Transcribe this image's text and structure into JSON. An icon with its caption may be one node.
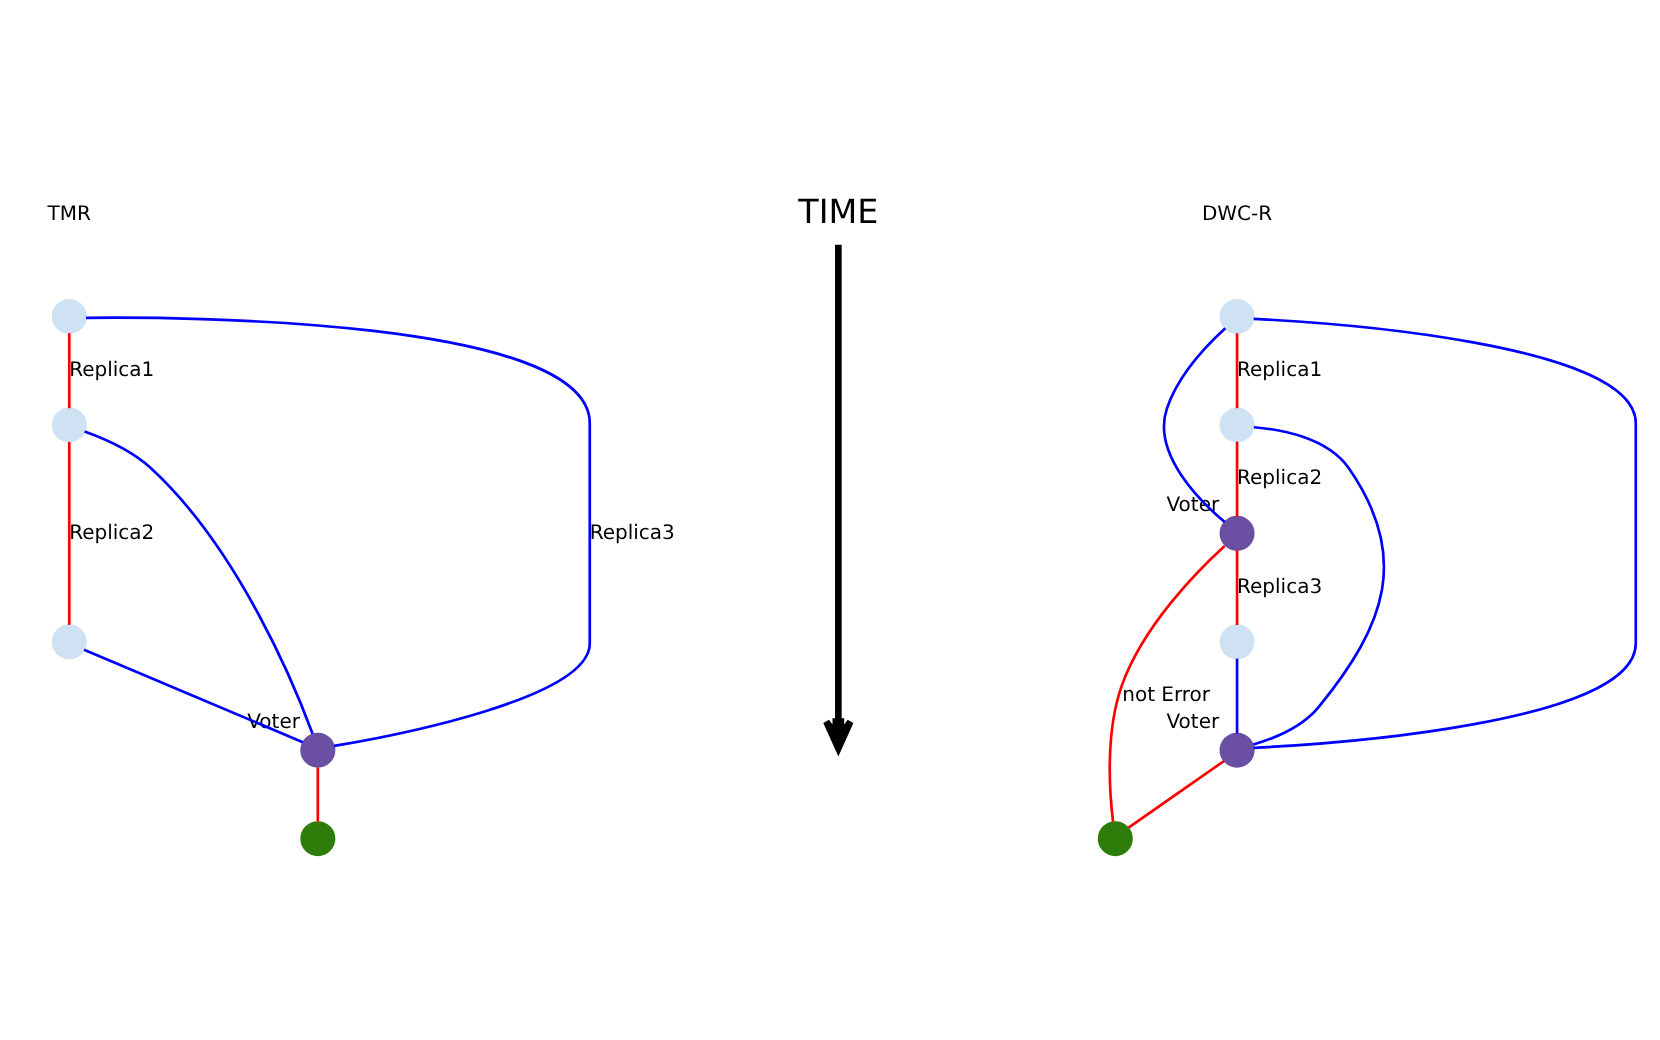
{
  "diagram": {
    "nodes": [
      {
        "text": [],
        "shape": "circle"
      },
      {
        "text": [],
        "shape": "circle"
      },
      {
        "text": [],
        "shape": "circle"
      },
      {
        "text": [],
        "shape": "circle",
        "beside": [
          "Voter"
        ]
      },
      {
        "text": [],
        "shape": "circle"
      },
      {
        "text": [],
        "shape": "circle"
      },
      {
        "text": [],
        "shape": "circle"
      },
      {
        "text": [],
        "shape": "circle",
        "beside": [
          "Voter"
        ]
      },
      {
        "text": [],
        "shape": "circle"
      },
      {
        "text": [],
        "shape": "circle",
        "beside": [
          "Voter"
        ]
      },
      {
        "text": [],
        "shape": "circle"
      }
    ],
    "edges": [
      {
        "from": 0,
        "to": 1,
        "arrow": "none",
        "label": "Replica1"
      },
      {
        "from": 1,
        "to": 2,
        "arrow": "none",
        "label": "Replica2"
      },
      {
        "from": 3,
        "to": 4,
        "arrow": "none"
      },
      {
        "from": 0,
        "to": 3,
        "arrow": "none",
        "label": "Replica3",
        "color": "#0000ff"
      },
      {
        "from": 1,
        "to": 3,
        "arrow": "none",
        "color": "#0000ff"
      },
      {
        "from": 2,
        "to": 3,
        "arrow": "none",
        "color": "#0000ff"
      },
      {
        "from": 5,
        "to": 6,
        "arrow": "none",
        "label": "Replica1"
      },
      {
        "from": 6,
        "to": 7,
        "arrow": "none",
        "label": "Replica2"
      },
      {
        "from": 7,
        "to": 8,
        "arrow": "none",
        "label": "Replica3"
      },
      {
        "from": 9,
        "to": 10,
        "arrow": "none"
      },
      {
        "from": 7,
        "to": 10,
        "arrow": "none",
        "label": "not Error"
      },
      {
        "from": 5,
        "to": 7,
        "arrow": "none",
        "color": "#0000ff"
      },
      {
        "from": 5,
        "to": 9,
        "arrow": "none",
        "color": "#0000ff"
      },
      {
        "from": 6,
        "to": 9,
        "arrow": "none",
        "color": "#0000ff"
      },
      {
        "from": 8,
        "to": 9,
        "arrow": "none",
        "color": "#0000ff"
      }
    ],
    "labels": [
      "TMR",
      "TIME",
      "DWC-R"
    ]
  }
}
